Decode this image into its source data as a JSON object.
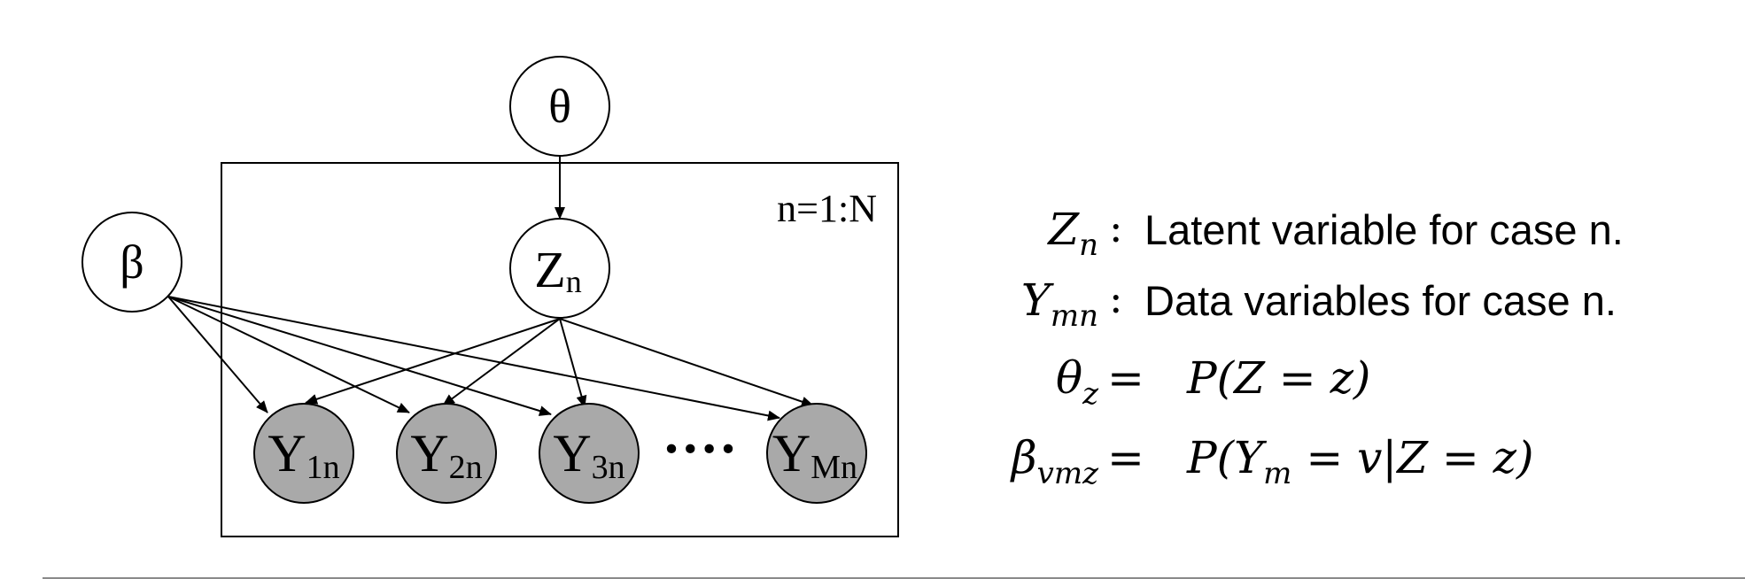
{
  "nodes": {
    "theta": {
      "label": "θ",
      "shaded": false
    },
    "beta": {
      "label": "β",
      "shaded": false
    },
    "z": {
      "label": "Z",
      "sub": "n",
      "shaded": false
    },
    "y1": {
      "label": "Y",
      "sub": "1n",
      "shaded": true
    },
    "y2": {
      "label": "Y",
      "sub": "2n",
      "shaded": true
    },
    "y3": {
      "label": "Y",
      "sub": "3n",
      "shaded": true
    },
    "ym": {
      "label": "Y",
      "sub": "Mn",
      "shaded": true
    }
  },
  "plate_label": "n=1:N",
  "ellipsis": "····",
  "colors": {
    "shaded_fill": "#a9a9a9",
    "stroke": "#000000",
    "background": "#ffffff"
  },
  "definitions": [
    {
      "symbol": "Z",
      "sub": "n",
      "sep": ":",
      "text": "Latent variable for case n."
    },
    {
      "symbol": "Y",
      "sub": "mn",
      "sep": ":",
      "text": "Data variables for case n."
    },
    {
      "symbol": "θ",
      "sub": "z",
      "sep": "=",
      "text": "P(Z = z)"
    },
    {
      "symbol": "β",
      "sub": "vmz",
      "sep": "=",
      "text": "P(Y",
      "text_sub": "m",
      "text_rest": " = v|Z = z)"
    }
  ]
}
